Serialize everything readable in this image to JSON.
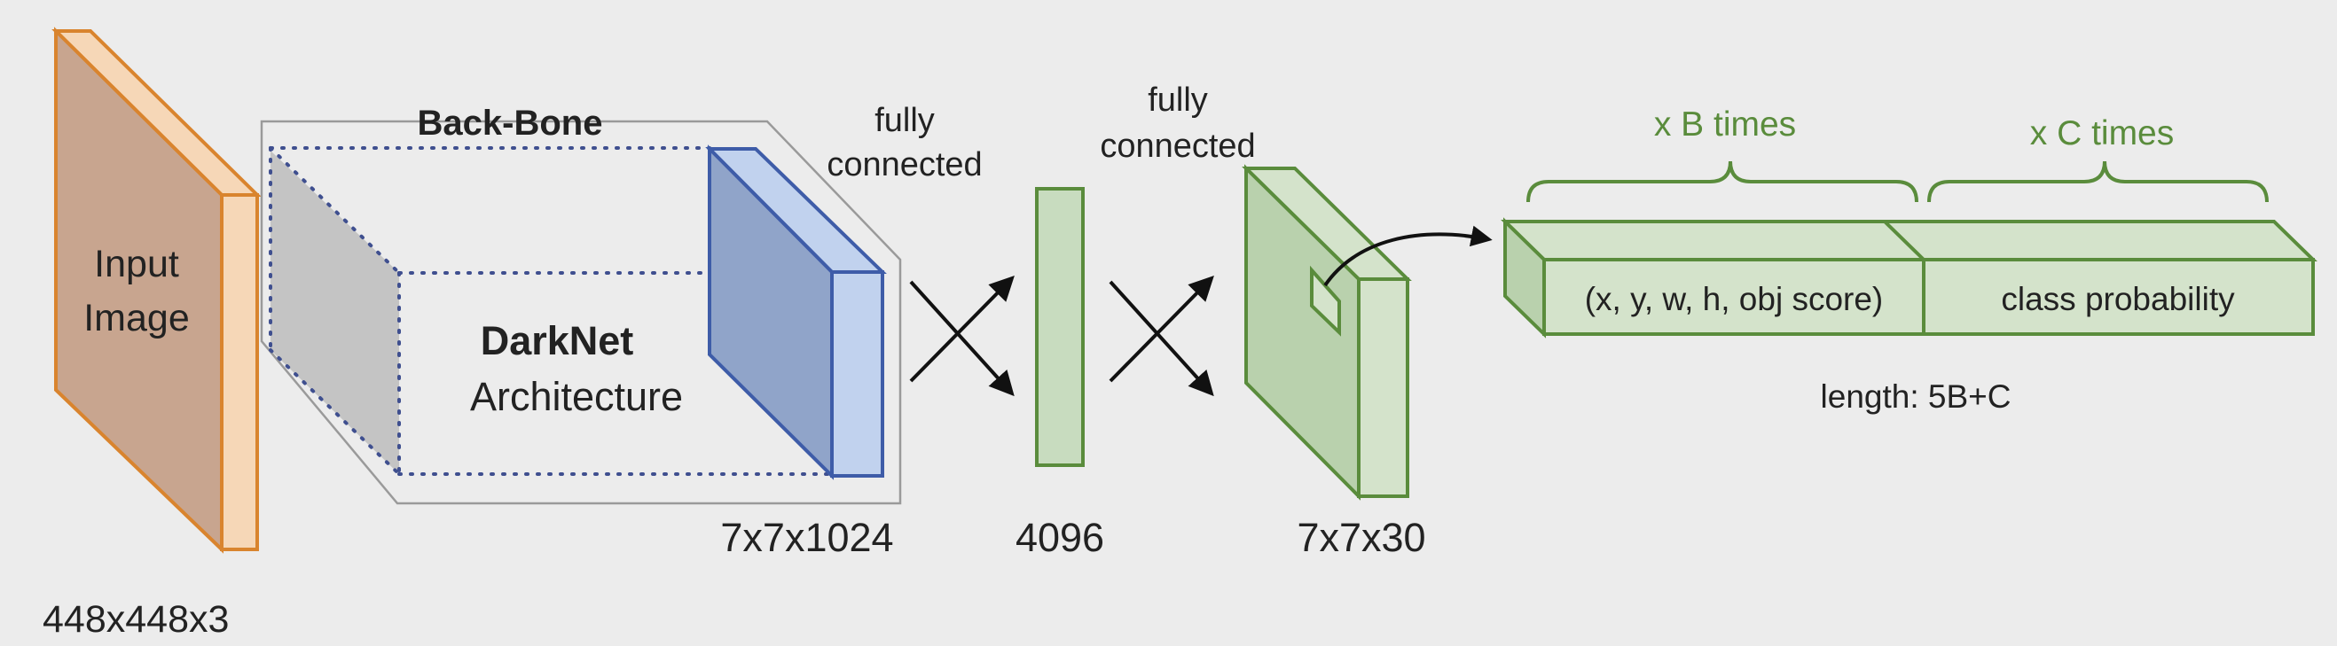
{
  "labels": {
    "input_line1": "Input",
    "input_line2": "Image",
    "input_dims": "448x448x3",
    "backbone_title": "Back-Bone",
    "darknet": "DarkNet",
    "architecture": "Architecture",
    "backbone_dims": "7x7x1024",
    "fc1_line1": "fully",
    "fc1_line2": "connected",
    "fc2_line1": "fully",
    "fc2_line2": "connected",
    "fc_dims": "4096",
    "output_dims": "7x7x30",
    "b_times": "x B times",
    "c_times": "x C times",
    "box_text": "(x, y, w, h, obj score)",
    "class_text": "class probability",
    "length": "length: 5B+C"
  },
  "colors": {
    "background": "#ececec",
    "input_face": "#c8a58f",
    "input_side": "#f6d7b7",
    "input_stroke": "#d9842e",
    "backbone_face": "#90a4c9",
    "backbone_side": "#c1d2ee",
    "backbone_stroke": "#3e5ca8",
    "green_face": "#b9d1ad",
    "green_light": "#d4e3cb",
    "green_stroke": "#5a8c3c",
    "green_text": "#5a8c3c",
    "dots": "#3f4f8f",
    "text": "#222222"
  }
}
